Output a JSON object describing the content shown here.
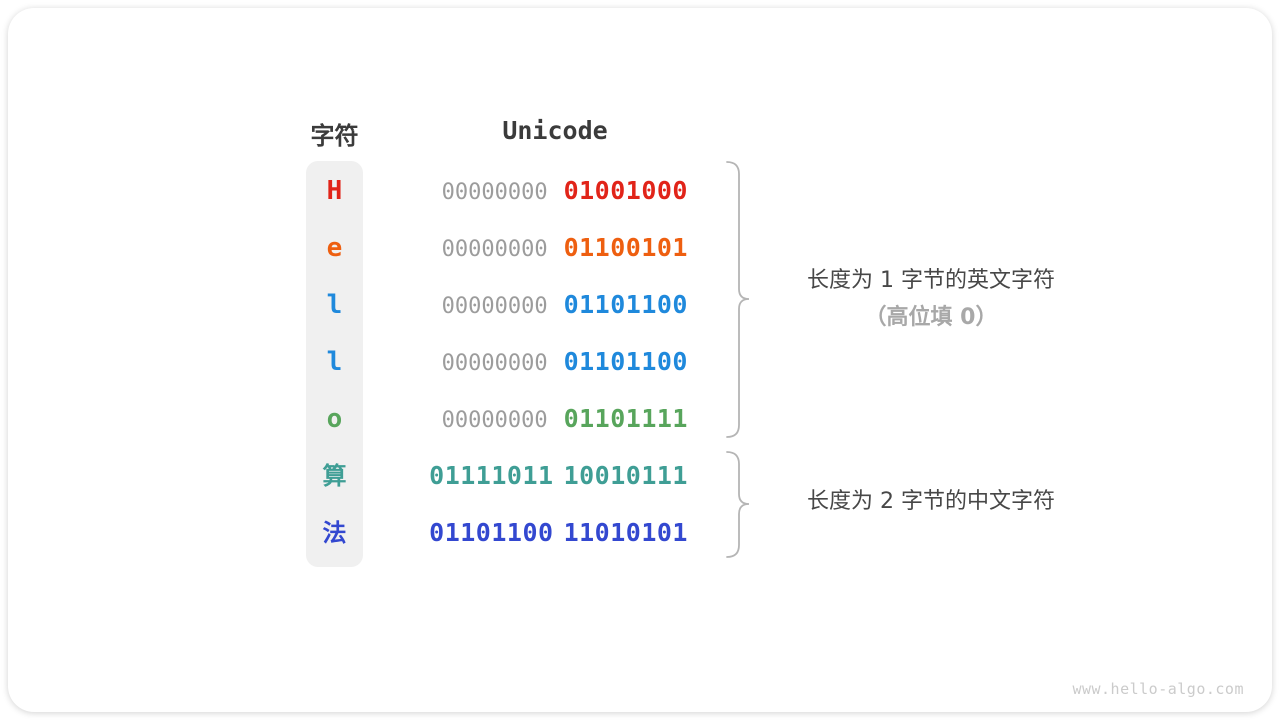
{
  "table": {
    "char_header": "字符",
    "unicode_header": "Unicode",
    "rows": [
      {
        "char": "H",
        "cjk": false,
        "byte1": "00000000",
        "byte1_gray": true,
        "byte2": "01001000",
        "color": "#e12419"
      },
      {
        "char": "e",
        "cjk": false,
        "byte1": "00000000",
        "byte1_gray": true,
        "byte2": "01100101",
        "color": "#ee5f10"
      },
      {
        "char": "l",
        "cjk": false,
        "byte1": "00000000",
        "byte1_gray": true,
        "byte2": "01101100",
        "color": "#1f89dc"
      },
      {
        "char": "l",
        "cjk": false,
        "byte1": "00000000",
        "byte1_gray": true,
        "byte2": "01101100",
        "color": "#1f89dc"
      },
      {
        "char": "o",
        "cjk": false,
        "byte1": "00000000",
        "byte1_gray": true,
        "byte2": "01101111",
        "color": "#58a55c"
      },
      {
        "char": "算",
        "cjk": true,
        "byte1": "01111011",
        "byte1_gray": false,
        "byte2": "10010111",
        "color": "#3f9e95"
      },
      {
        "char": "法",
        "cjk": true,
        "byte1": "01101100",
        "byte1_gray": false,
        "byte2": "11010101",
        "color": "#3348d0"
      }
    ]
  },
  "annotations": {
    "english_line1": "长度为 1 字节的英文字符",
    "english_line2": "（高位填 0）",
    "chinese_line1": "长度为 2 字节的中文字符"
  },
  "colors": {
    "gray_byte": "#9c9c9c",
    "header_text": "#3b3b3b",
    "annotation_text": "#474747",
    "annotation_muted": "#a8a8a8",
    "brace": "#b5b5b5",
    "char_column_bg": "#f0f0f0",
    "watermark": "#cbcbcb"
  },
  "watermark": "www.hello-algo.com"
}
